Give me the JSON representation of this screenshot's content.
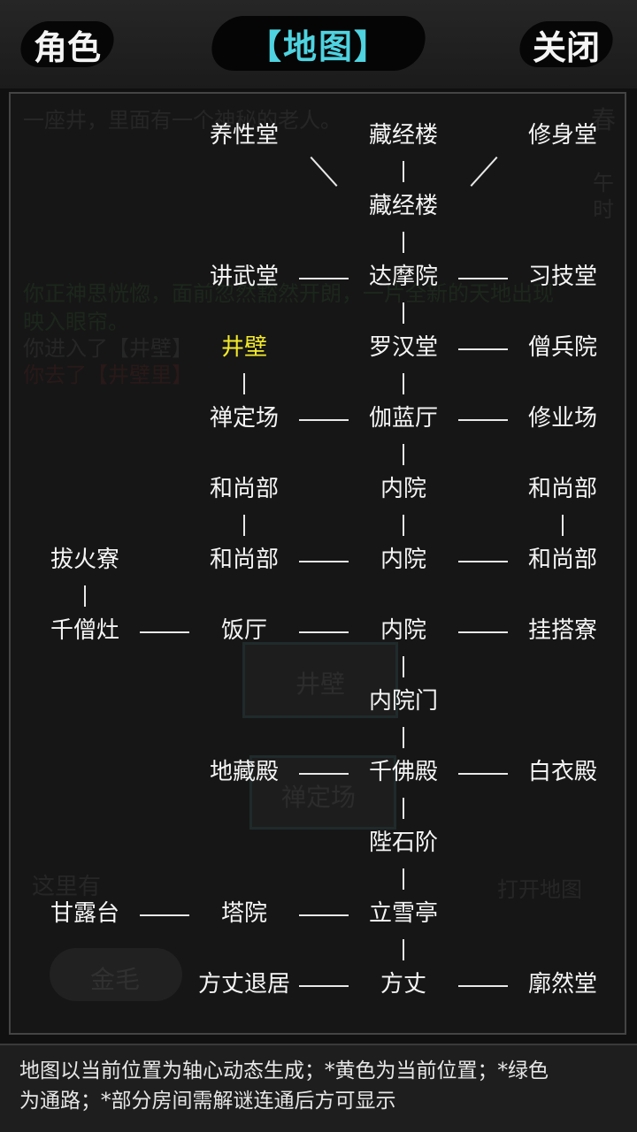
{
  "header": {
    "left_button": "角色",
    "title": "【地图】",
    "right_button": "关闭"
  },
  "background": {
    "line1": "一座井，里面有一个神秘的老人。",
    "season": "春",
    "time": "午时",
    "line2": "你正神思恍惚，面前忽然豁然开朗，一片全新的天地出现",
    "line3": "映入眼帘。",
    "line4": "你进入了【井壁】",
    "line5": "你去了【井壁里】",
    "box1": "井壁",
    "box2": "禅定场",
    "here_label": "这里有",
    "map_button": "打开地图",
    "npc": "金毛"
  },
  "map": {
    "rooms": {
      "yangxingtang": "养性堂",
      "cangjinglou_top": "藏经楼",
      "xiushentang": "修身堂",
      "cangjinglou": "藏经楼",
      "jiangwutang": "讲武堂",
      "damoyuan": "达摩院",
      "xijitang": "习技堂",
      "jingbi": "井壁",
      "luohantang": "罗汉堂",
      "sengbingyuan": "僧兵院",
      "chandingchang": "禅定场",
      "qielanting": "伽蓝厅",
      "xiuyechang": "修业场",
      "heshangbu_1": "和尚部",
      "neiyuan_1": "内院",
      "heshangbu_2": "和尚部",
      "bahuoliao": "拔火寮",
      "heshangbu_3": "和尚部",
      "neiyuan_2": "内院",
      "heshangbu_4": "和尚部",
      "qiansengzao": "千僧灶",
      "fanting": "饭厅",
      "neiyuan_3": "内院",
      "guadaliao": "挂搭寮",
      "neiyuanmen": "内院门",
      "dizangdian": "地藏殿",
      "qianfodian": "千佛殿",
      "baiyidian": "白衣殿",
      "bishijie": "陛石阶",
      "ganlutai": "甘露台",
      "tayuan": "塔院",
      "lixueting": "立雪亭",
      "fangzhangtuiju": "方丈退居",
      "fangzhang": "方丈",
      "kuorantang": "廓然堂"
    },
    "current": "井壁",
    "colors": {
      "current": "#f3ea2a",
      "normal": "#f5f5f5",
      "title": "#4fd3e0"
    }
  },
  "footer": {
    "line1": "地图以当前位置为轴心动态生成；*黄色为当前位置；*绿色",
    "line2": "为通路；*部分房间需解谜连通后方可显示"
  }
}
